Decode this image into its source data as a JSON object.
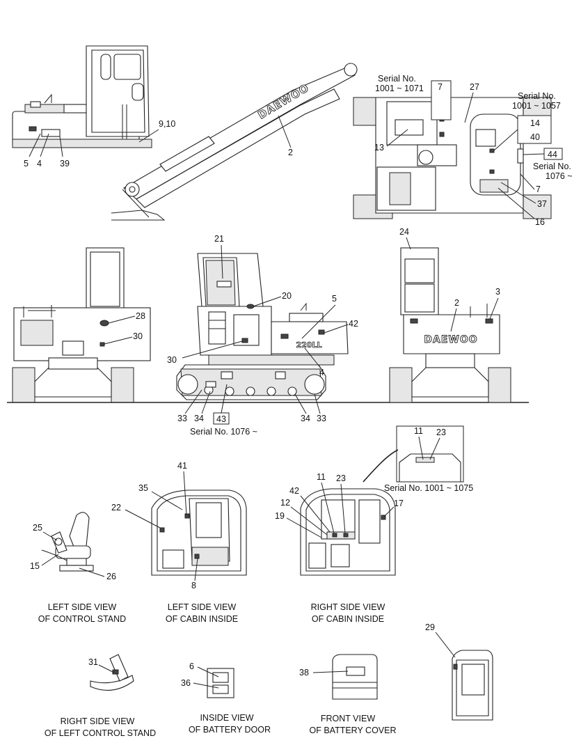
{
  "labels": {
    "n5a": "5",
    "n4a": "4",
    "n39": "39",
    "n910": "9,10",
    "n2a": "2",
    "serial_1071": "Serial No.\n1001 ~ 1071",
    "serial_1057": "Serial No.\n1001 ~ 1057",
    "serial_1076a": "Serial No.\n1076 ~",
    "n7a": "7",
    "n27": "27",
    "n13": "13",
    "n14": "14",
    "n40": "40",
    "n44": "44",
    "n7b": "7",
    "n37": "37",
    "n16": "16",
    "n21": "21",
    "n20": "20",
    "n5b": "5",
    "n42a": "42",
    "n4b": "4",
    "n30a": "30",
    "n28": "28",
    "n30b": "30",
    "n24": "24",
    "n3": "3",
    "n2b": "2",
    "n33a": "33",
    "n34a": "34",
    "n43": "43",
    "n34b": "34",
    "n33b": "33",
    "serial_1076b": "Serial No. 1076 ~",
    "n11a": "11",
    "n23a": "23",
    "serial_1075": "Serial No. 1001 ~ 1075",
    "n41": "41",
    "n35": "35",
    "n22": "22",
    "n8": "8",
    "n25": "25",
    "n15": "15",
    "n26": "26",
    "n11b": "11",
    "n23b": "23",
    "n42b": "42",
    "n12": "12",
    "n19": "19",
    "n17": "17",
    "n29": "29",
    "n31": "31",
    "n6": "6",
    "n36": "36",
    "n38": "38",
    "brand": "DAEWOO",
    "model": "220LL"
  },
  "captions": {
    "control_stand": "LEFT SIDE VIEW\nOF CONTROL STAND",
    "cabin_left": "LEFT SIDE VIEW\nOF CABIN INSIDE",
    "cabin_right": "RIGHT SIDE VIEW\nOF CABIN INSIDE",
    "left_control_stand": "RIGHT SIDE VIEW\nOF LEFT CONTROL STAND",
    "battery_door": "INSIDE VIEW\nOF BATTERY DOOR",
    "battery_cover": "FRONT VIEW\nOF BATTERY COVER"
  }
}
